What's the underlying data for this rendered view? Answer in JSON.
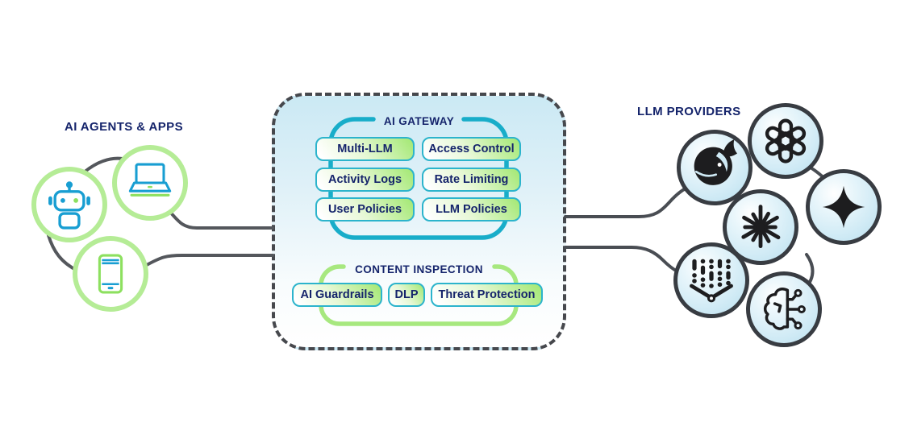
{
  "agents": {
    "label": "AI AGENTS & APPS",
    "items": [
      {
        "name": "robot-agent"
      },
      {
        "name": "laptop-app"
      },
      {
        "name": "mobile-app"
      }
    ]
  },
  "gateway": {
    "panel_label": "AI GATEWAY",
    "pills": [
      "Multi-LLM",
      "Access Control",
      "Activity Logs",
      "Rate Limiting",
      "User Policies",
      "LLM Policies"
    ]
  },
  "content_inspection": {
    "label": "CONTENT INSPECTION",
    "pills": [
      "AI Guardrails",
      "DLP",
      "Threat Protection"
    ]
  },
  "providers": {
    "label": "LLM PROVIDERS",
    "items": [
      {
        "name": "deepseek-whale"
      },
      {
        "name": "openai"
      },
      {
        "name": "claude-starburst"
      },
      {
        "name": "gemini-star"
      },
      {
        "name": "data-stream-funnel"
      },
      {
        "name": "circuit-brain"
      }
    ]
  },
  "colors": {
    "navy_text": "#15246b",
    "teal_border": "#18adc9",
    "icon_teal": "#189ed2",
    "green_ring": "#b5ec96",
    "green_accent": "#8de05f",
    "group_green": "#a7e87f",
    "pill_green": "#a3e873",
    "panel_top_blue": "#cbe9f4",
    "dash_gray": "#46484d",
    "connector_gray": "#54575c",
    "logo_black": "#1d1d1f",
    "provider_fill": "#cfeaf5",
    "provider_border": "#383c42"
  }
}
